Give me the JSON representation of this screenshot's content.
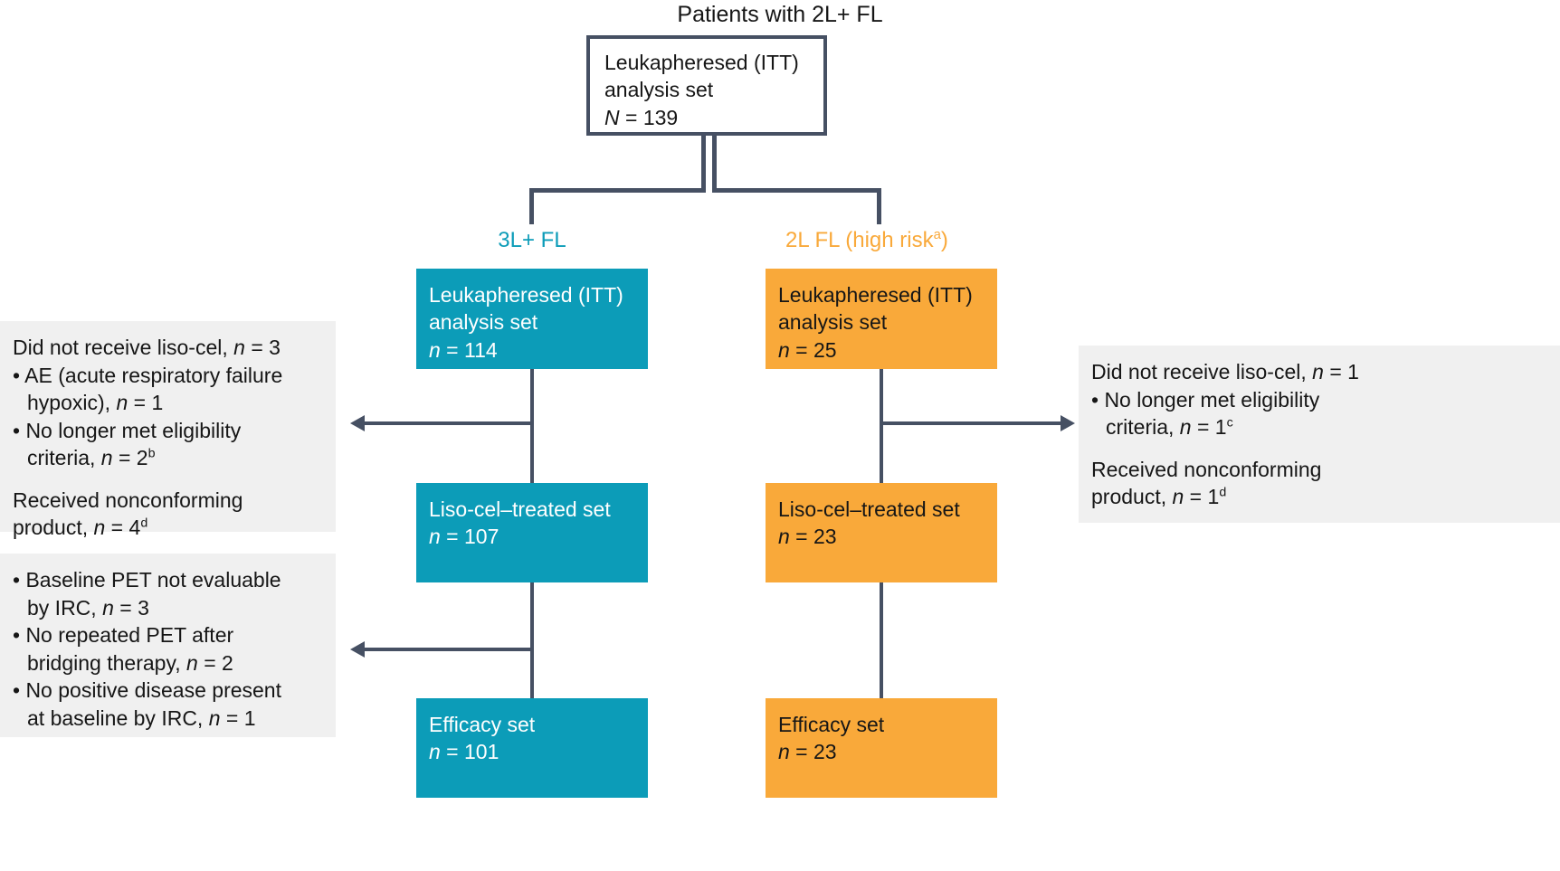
{
  "title": "Patients with 2L+ FL",
  "colors": {
    "teal": "#0c9cb8",
    "orange": "#f9a93a",
    "connector": "#465063",
    "note_bg": "#f0f0f0",
    "text": "#161616"
  },
  "root_box": {
    "line1": "Leukapheresed (ITT)",
    "line2": "analysis set",
    "line3_label": "N",
    "line3_value": " = 139"
  },
  "arms": {
    "teal": {
      "heading": "3L+ FL",
      "heading_sup": "",
      "itt": {
        "line1": "Leukapheresed (ITT)",
        "line2": "analysis set",
        "n_label": "n",
        "n_value": " = 114"
      },
      "treated": {
        "line1": "Liso-cel–treated set",
        "n_label": "n",
        "n_value": " = 107"
      },
      "efficacy": {
        "line1": "Efficacy set",
        "n_label": "n",
        "n_value": " = 101"
      }
    },
    "orange": {
      "heading_pre": "2L FL (high risk",
      "heading_sup": "a",
      "heading_post": ")",
      "itt": {
        "line1": "Leukapheresed (ITT)",
        "line2": "analysis set",
        "n_label": "n",
        "n_value": " = 25"
      },
      "treated": {
        "line1": "Liso-cel–treated set",
        "n_label": "n",
        "n_value": " = 23"
      },
      "efficacy": {
        "line1": "Efficacy set",
        "n_label": "n",
        "n_value": " = 23"
      }
    }
  },
  "notes": {
    "left_top": {
      "head_pre": "Did not receive liso-cel, ",
      "head_n": "n",
      "head_val": " = 3",
      "b1_pre": "• AE (acute respiratory failure",
      "b1_cont_pre": "hypoxic), ",
      "b1_n": "n",
      "b1_val": " = 1",
      "b2_pre": "• No longer met eligibility",
      "b2_cont_pre": "criteria, ",
      "b2_n": "n",
      "b2_val": " = 2",
      "b2_sup": "b",
      "p2_line1": "Received nonconforming",
      "p2_pre": "product, ",
      "p2_n": "n",
      "p2_val": " = 4",
      "p2_sup": "d"
    },
    "left_bottom": {
      "b1_pre": "• Baseline PET not evaluable",
      "b1_cont_pre": "by IRC, ",
      "b1_n": "n",
      "b1_val": " = 3",
      "b2_pre": "• No repeated PET after",
      "b2_cont_pre": "bridging therapy, ",
      "b2_n": "n",
      "b2_val": " = 2",
      "b3_pre": "• No positive disease present",
      "b3_cont_pre": "at baseline by IRC, ",
      "b3_n": "n",
      "b3_val": " = 1"
    },
    "right": {
      "head_pre": "Did not receive liso-cel, ",
      "head_n": "n",
      "head_val": " = 1",
      "b1_pre": "• No longer met eligibility",
      "b1_cont_pre": "criteria, ",
      "b1_n": "n",
      "b1_val": " = 1",
      "b1_sup": "c",
      "p2_line1": "Received nonconforming",
      "p2_pre": "product, ",
      "p2_n": "n",
      "p2_val": " = 1",
      "p2_sup": "d"
    }
  }
}
